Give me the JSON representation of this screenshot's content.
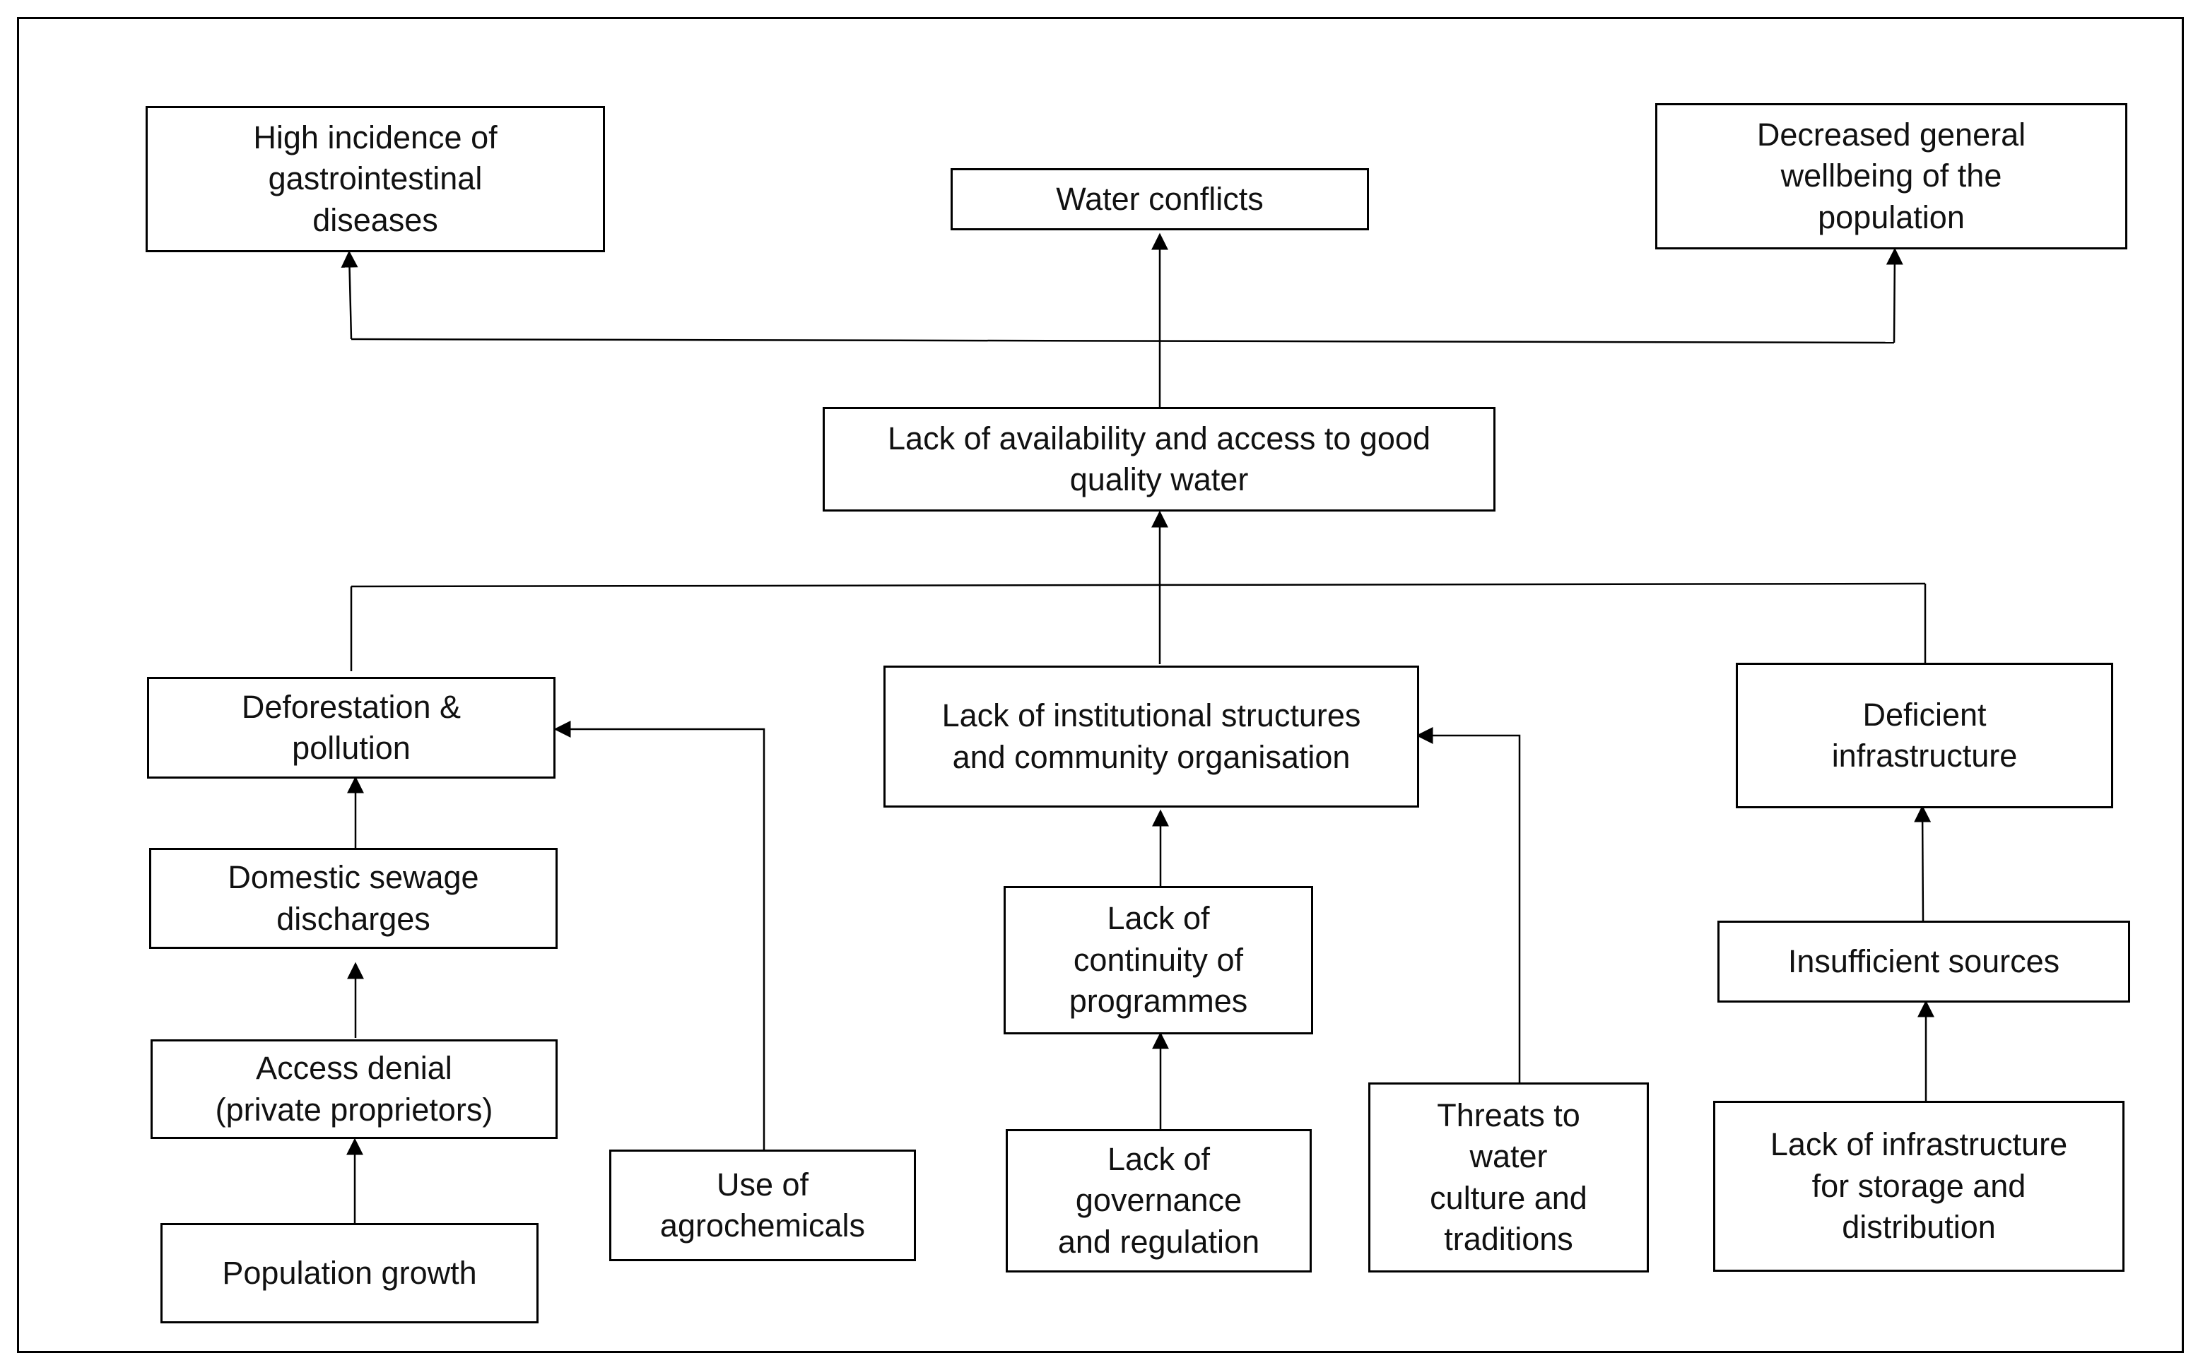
{
  "diagram": {
    "boxes": {
      "gastro": "High incidence of\ngastrointestinal\ndiseases",
      "water_conflicts": "Water conflicts",
      "wellbeing": "Decreased general\nwellbeing of the\npopulation",
      "lack_water": "Lack of availability and access to good\nquality water",
      "deforestation": "Deforestation &\npollution",
      "institutional": "Lack of institutional structures\nand community organisation",
      "deficient_infra": "Deficient\ninfrastructure",
      "sewage": "Domestic sewage\ndischarges",
      "access_denial": "Access denial\n(private proprietors)",
      "population_growth": "Population growth",
      "agrochemicals": "Use of\nagrochemicals",
      "continuity": "Lack of\ncontinuity of\nprogrammes",
      "governance": "Lack of\ngovernance\nand regulation",
      "threats": "Threats to\nwater\nculture and\ntraditions",
      "insufficient_sources": "Insufficient sources",
      "storage": "Lack of infrastructure\nfor storage and\ndistribution"
    }
  }
}
